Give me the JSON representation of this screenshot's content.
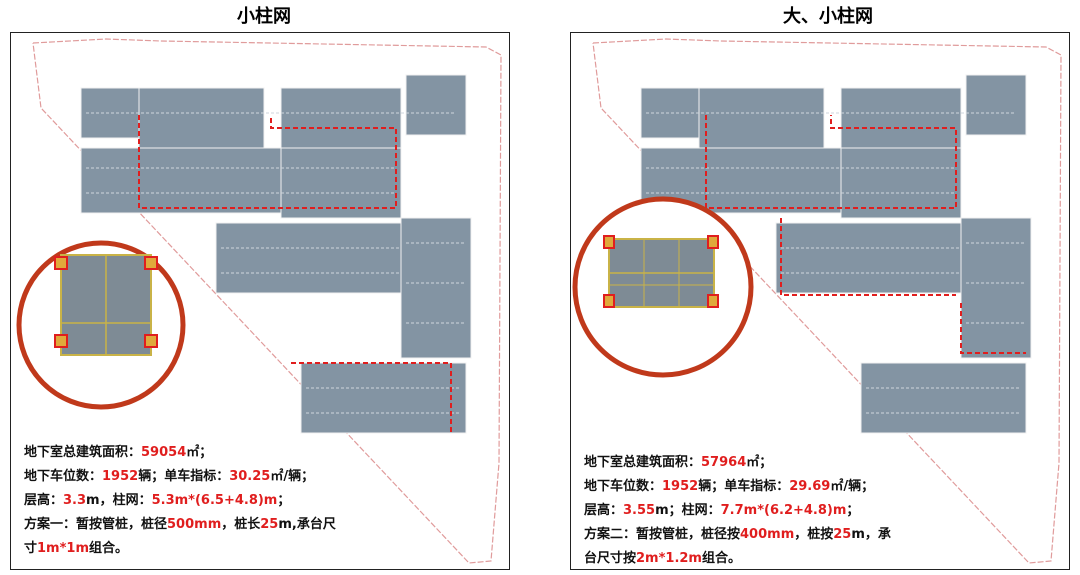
{
  "titles": {
    "left": "小柱网",
    "right": "大、小柱网"
  },
  "left": {
    "area_label": "地下室总建筑面积：",
    "area_value": "59054",
    "area_unit": "㎡；",
    "spaces_label": "地下车位数：",
    "spaces_value": "1952",
    "spaces_unit": "辆；单车指标：",
    "index_value": "30.25",
    "index_unit": "㎡/辆；",
    "height_label": "层高：",
    "height_value": "3.3",
    "height_unit": "m，柱网：",
    "grid_value": "5.3m*(6.5+4.8)m",
    "grid_unit": "；",
    "scheme_label": "方案一：暂按管桩，桩径",
    "pile_dia": "500mm",
    "pile_len_label": "，桩长",
    "pile_len": "25",
    "cap_label": "m,承台尺",
    "cap_label2": "寸",
    "cap_value": "1m*1m",
    "cap_end": "组合。"
  },
  "right": {
    "area_label": "地下室总建筑面积：",
    "area_value": "57964",
    "area_unit": "㎡；",
    "spaces_label": "地下车位数：",
    "spaces_value": "1952",
    "spaces_unit": "辆；单车指标：",
    "index_value": "29.69",
    "index_unit": "㎡/辆；",
    "height_label": "层高：",
    "height_value": "3.55",
    "height_unit": "m；柱网：",
    "grid_value": "7.7m*(6.2+4.8)m",
    "grid_unit": "；",
    "scheme_label": "方案二：暂按管桩，桩径按",
    "pile_dia": "400mm",
    "pile_len_label": "，桩按",
    "pile_len": "25",
    "cap_label": "m，承",
    "cap_label2": "台尺寸按",
    "cap_value": "2m*1.2m",
    "cap_end": "组合。"
  },
  "colors": {
    "red": "#e01e1e",
    "slab": "#8394a3",
    "highlight_circle": "#c0391b",
    "yellow": "#c9b347"
  }
}
